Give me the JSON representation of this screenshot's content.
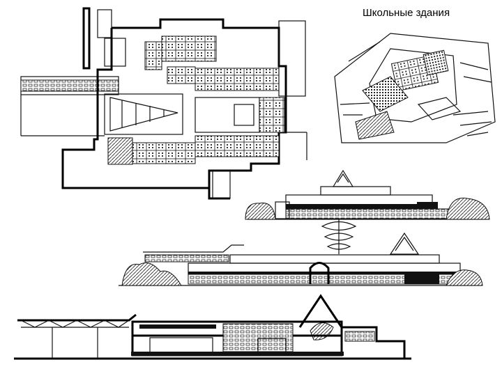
{
  "slide": {
    "title": "Школьные здания"
  },
  "drawings": [
    {
      "kind": "floor-plan"
    },
    {
      "kind": "axonometric-view"
    },
    {
      "kind": "elevation"
    },
    {
      "kind": "elevation"
    },
    {
      "kind": "section"
    }
  ]
}
